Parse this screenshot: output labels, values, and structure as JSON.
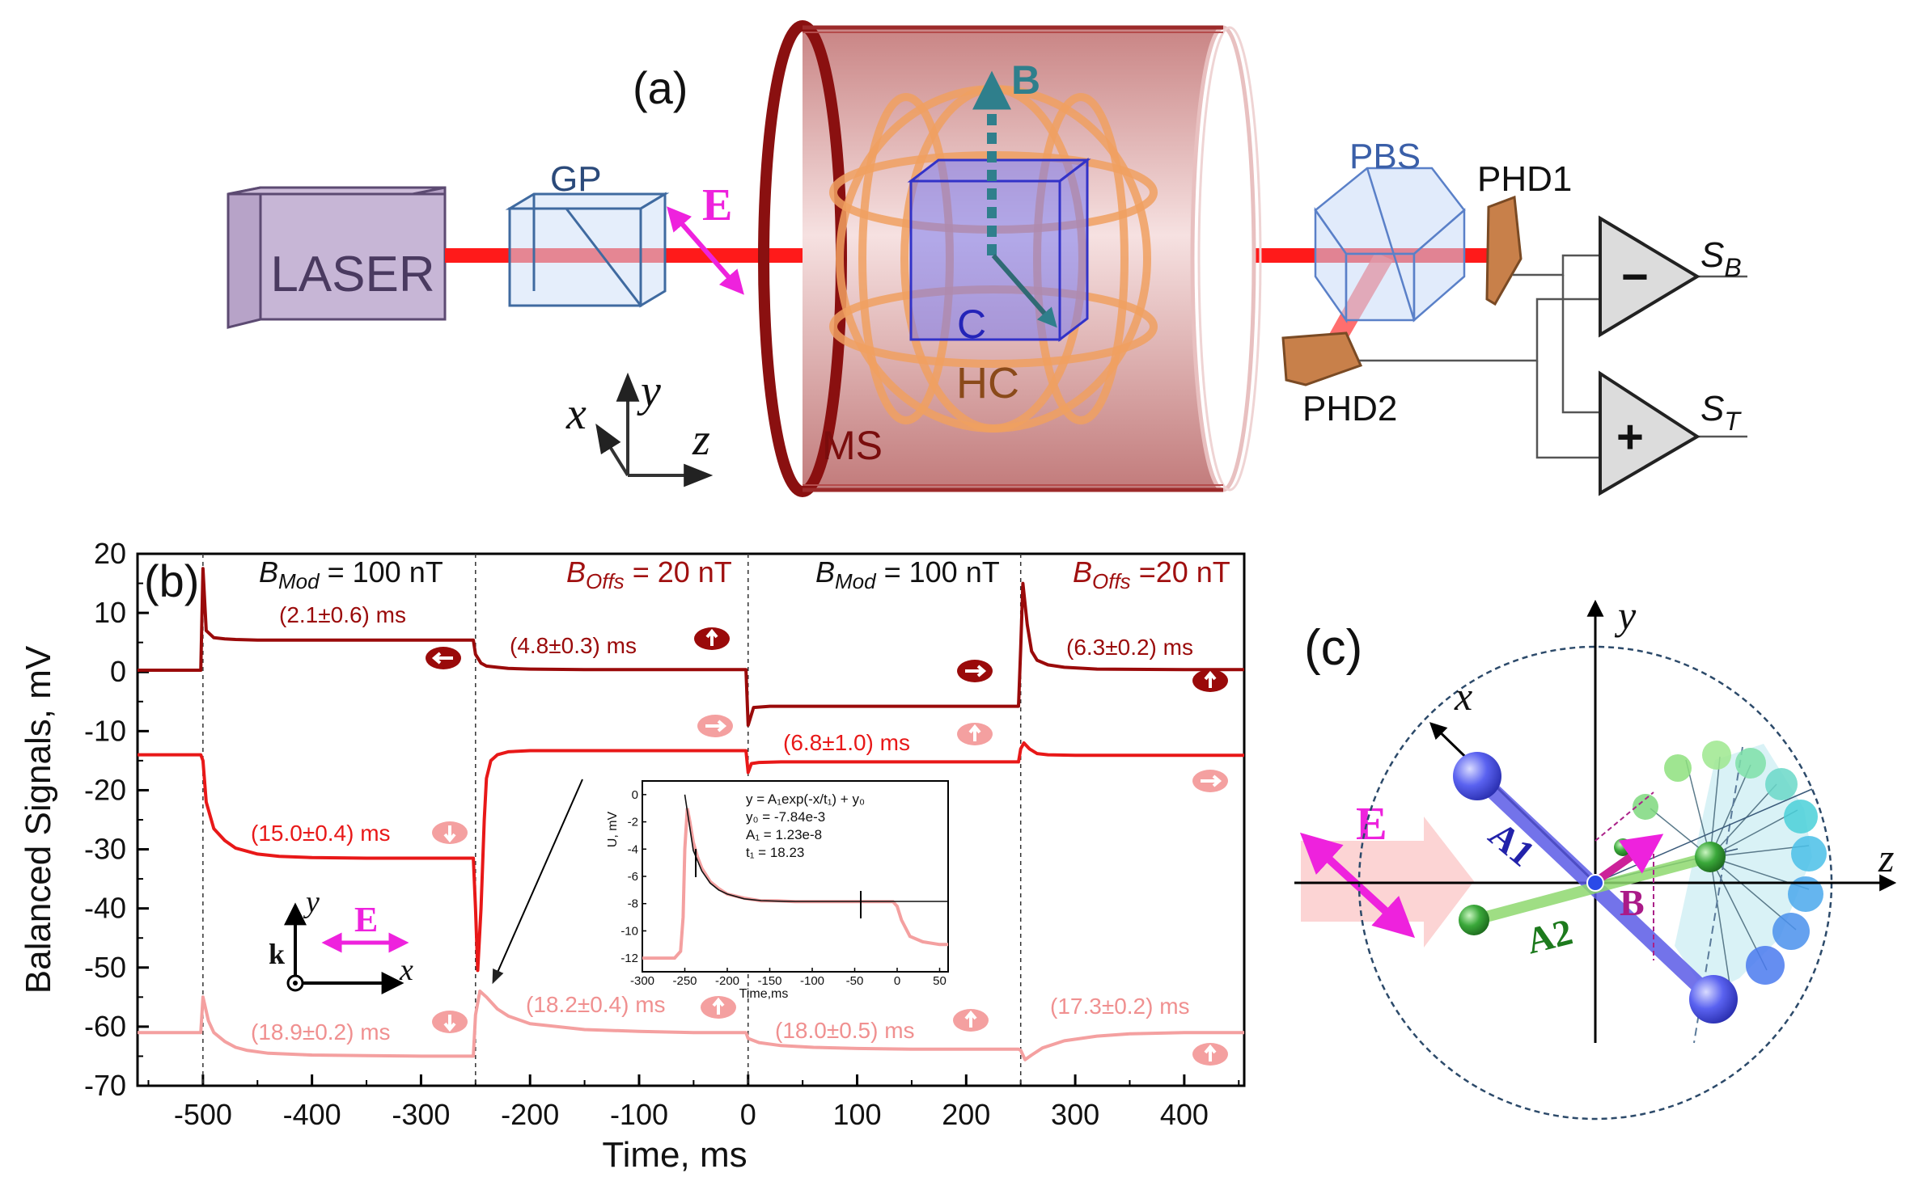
{
  "panel_a": {
    "label": "(a)",
    "laser": "LASER",
    "gp": "GP",
    "e_field": "E",
    "b_field": "B",
    "cell": "C",
    "hc": "HC",
    "ms": "MS",
    "pbs": "PBS",
    "phd1": "PHD1",
    "phd2": "PHD2",
    "minus": "−",
    "plus": "+",
    "s_b": "S",
    "s_b_sub": "B",
    "s_t": "S",
    "s_t_sub": "T",
    "axis_x": "x",
    "axis_y": "y",
    "axis_z": "z"
  },
  "panel_b": {
    "label": "(b)",
    "header_1_b": "B",
    "header_1_sub": "Mod",
    "header_1_val": " = 100 nT",
    "header_2_b": "B",
    "header_2_sub": "Offs",
    "header_2_val": " = 20 nT",
    "header_3_b": "B",
    "header_3_sub": "Mod",
    "header_3_val": " = 100 nT",
    "header_4_b": "B",
    "header_4_sub": "Offs",
    "header_4_val": " =20 nT",
    "tau_dark_1": "(2.1±0.6) ms",
    "tau_dark_2": "(4.8±0.3) ms",
    "tau_dark_3": "(6.3±0.2) ms",
    "tau_mid_1": "(15.0±0.4) ms",
    "tau_mid_2": "(6.8±1.0) ms",
    "tau_light_1": "(18.9±0.2) ms",
    "tau_light_2": "(18.2±0.4) ms",
    "tau_light_3": "(18.0±0.5) ms",
    "tau_light_4": "(17.3±0.2) ms",
    "inset_k": "k",
    "inset_y": "y",
    "inset_x": "x",
    "inset_e": "E",
    "fit_eq": "y = A₁exp(-x/t₁) + y₀",
    "fit_y0": "y₀ = -7.84e-3",
    "fit_a1": "A₁ = 1.23e-8",
    "fit_t1": "t₁ = 18.23"
  },
  "panel_c": {
    "label": "(c)",
    "axis_x": "x",
    "axis_y": "y",
    "axis_z": "z",
    "e_field": "E",
    "b_field": "B",
    "a1": "A1",
    "a2": "A2"
  },
  "colors": {
    "dark": "#9a0a0a",
    "mid": "#e81818",
    "light": "#f4a0a0",
    "magenta": "#ee22dd",
    "beam": "#ff1a1a"
  },
  "chart_data": [
    {
      "type": "line",
      "xlabel": "Time, ms",
      "ylabel": "Balanced Signals, mV",
      "xlim": [
        -560,
        455
      ],
      "ylim": [
        -70,
        20
      ],
      "xticks": [
        -500,
        -400,
        -300,
        -200,
        -100,
        0,
        100,
        200,
        300,
        400
      ],
      "yticks": [
        20,
        10,
        0,
        -10,
        -20,
        -30,
        -40,
        -50,
        -60,
        -70
      ],
      "grid": false,
      "vlines": [
        -500,
        -250,
        0,
        250
      ],
      "series": [
        {
          "x": [
            -560,
            -502,
            -500,
            -497,
            -490,
            -480,
            -470,
            -450,
            -400,
            -300,
            -252,
            -250,
            -245,
            -240,
            -230,
            -220,
            -200,
            -150,
            -100,
            -50,
            -2,
            0,
            5,
            20,
            50,
            100,
            200,
            248,
            250,
            252,
            256,
            260,
            265,
            275,
            290,
            320,
            400,
            455
          ],
          "y": [
            0.3,
            0.3,
            17.5,
            7.0,
            5.8,
            5.6,
            5.5,
            5.4,
            5.4,
            5.4,
            5.4,
            3.0,
            1.5,
            1.0,
            0.8,
            0.6,
            0.5,
            0.4,
            0.4,
            0.4,
            0.4,
            -9.0,
            -6.0,
            -5.8,
            -5.8,
            -5.8,
            -5.8,
            -5.8,
            4.0,
            15.0,
            8.0,
            3.5,
            2.0,
            1.2,
            0.8,
            0.5,
            0.4,
            0.4
          ]
        },
        {
          "x": [
            -560,
            -502,
            -500,
            -497,
            -490,
            -480,
            -470,
            -450,
            -430,
            -400,
            -350,
            -300,
            -252,
            -250,
            -248,
            -245,
            -242,
            -240,
            -236,
            -230,
            -220,
            -200,
            -150,
            -100,
            -50,
            -2,
            0,
            3,
            10,
            30,
            100,
            200,
            248,
            250,
            253,
            258,
            265,
            275,
            300,
            400,
            455
          ],
          "y": [
            -14.0,
            -14.0,
            -15.0,
            -22.0,
            -26.5,
            -28.5,
            -29.8,
            -30.8,
            -31.2,
            -31.4,
            -31.5,
            -31.5,
            -31.5,
            -40.0,
            -50.5,
            -40.0,
            -25.0,
            -18.0,
            -15.0,
            -14.0,
            -13.5,
            -13.3,
            -13.3,
            -13.3,
            -13.3,
            -13.3,
            -17.0,
            -15.5,
            -15.3,
            -15.2,
            -15.2,
            -15.2,
            -15.2,
            -13.0,
            -12.0,
            -13.0,
            -13.8,
            -14.0,
            -14.1,
            -14.1,
            -14.1
          ]
        },
        {
          "x": [
            -560,
            -502,
            -500,
            -495,
            -490,
            -480,
            -470,
            -460,
            -440,
            -400,
            -350,
            -300,
            -252,
            -250,
            -246,
            -240,
            -230,
            -220,
            -200,
            -150,
            -100,
            -50,
            -2,
            0,
            10,
            30,
            60,
            100,
            150,
            200,
            248,
            250,
            254,
            260,
            270,
            290,
            320,
            350,
            400,
            455
          ],
          "y": [
            -61.0,
            -61.0,
            -55.0,
            -59.0,
            -61.0,
            -62.5,
            -63.5,
            -64.0,
            -64.5,
            -64.8,
            -64.9,
            -65.0,
            -65.0,
            -58.0,
            -54.0,
            -55.0,
            -57.0,
            -58.2,
            -59.5,
            -60.5,
            -60.8,
            -61.0,
            -61.0,
            -62.0,
            -62.7,
            -63.2,
            -63.5,
            -63.7,
            -63.8,
            -63.8,
            -63.8,
            -64.0,
            -65.6,
            -64.8,
            -63.6,
            -62.4,
            -61.6,
            -61.2,
            -61.0,
            -61.0
          ]
        }
      ]
    },
    {
      "type": "line",
      "xlabel": "Time,ms",
      "ylabel": "U, mV",
      "xlim": [
        -300,
        60
      ],
      "ylim": [
        -13,
        1
      ],
      "xticks": [
        -300,
        -250,
        -200,
        -150,
        -100,
        -50,
        0,
        50
      ],
      "yticks": [
        0,
        -2,
        -4,
        -6,
        -8,
        -10,
        -12
      ],
      "series": [
        {
          "x": [
            -300,
            -262,
            -255,
            -252,
            -250,
            -247,
            -244,
            -240,
            -235,
            -230,
            -220,
            -210,
            -200,
            -180,
            -160,
            -140,
            -120,
            -100,
            -80,
            -60,
            -40,
            -20,
            -5,
            0,
            5,
            15,
            30,
            50,
            60
          ],
          "y": [
            -12.0,
            -12.0,
            -11.5,
            -9.0,
            -4.0,
            -1.0,
            -2.0,
            -3.5,
            -4.6,
            -5.4,
            -6.4,
            -6.9,
            -7.3,
            -7.6,
            -7.8,
            -7.8,
            -7.85,
            -7.85,
            -7.85,
            -7.85,
            -7.85,
            -7.85,
            -7.85,
            -8.2,
            -9.2,
            -10.4,
            -10.8,
            -11.0,
            -11.0
          ]
        },
        {
          "x": [
            -250,
            -240,
            -230,
            -220,
            -210,
            -200,
            -180,
            -160,
            -140,
            -120,
            -100,
            -80,
            -60,
            -40,
            -20,
            0,
            20,
            40,
            60
          ],
          "y": [
            0.0,
            -4.1,
            -5.6,
            -6.5,
            -7.0,
            -7.3,
            -7.65,
            -7.78,
            -7.82,
            -7.84,
            -7.84,
            -7.84,
            -7.84,
            -7.84,
            -7.84,
            -7.84,
            -7.84,
            -7.84,
            -7.84
          ]
        }
      ]
    }
  ]
}
